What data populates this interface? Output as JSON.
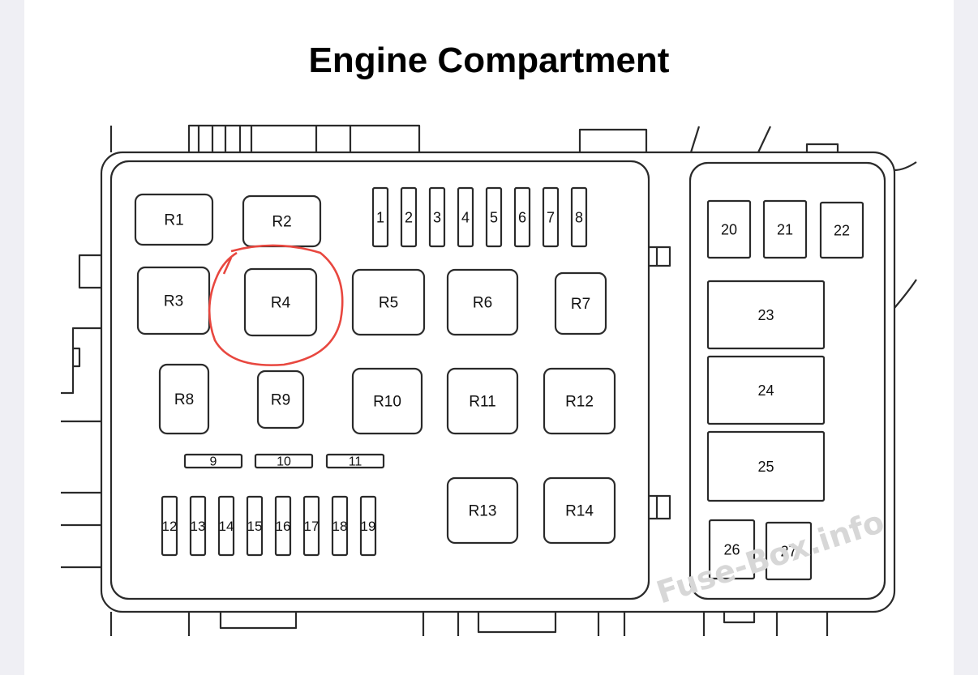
{
  "title": "Engine Compartment",
  "watermark": "Fuse-Box.info",
  "colors": {
    "highlight": "#e8473f",
    "stroke": "#2a2a2a",
    "watermark": "#d7d7d7"
  },
  "relays_top": [
    "R1",
    "R2"
  ],
  "fuses_top": [
    "1",
    "2",
    "3",
    "4",
    "5",
    "6",
    "7",
    "8"
  ],
  "relays_row2": [
    "R3",
    "R4",
    "R5",
    "R6",
    "R7"
  ],
  "relays_row3": [
    "R8",
    "R9",
    "R10",
    "R11",
    "R12"
  ],
  "fuses_mini": [
    "9",
    "10",
    "11"
  ],
  "fuses_bottom": [
    "12",
    "13",
    "14",
    "15",
    "16",
    "17",
    "18",
    "19"
  ],
  "relays_bottom": [
    "R13",
    "R14"
  ],
  "fuses_right_small": [
    "20",
    "21",
    "22"
  ],
  "fuses_right_large": [
    "23",
    "24",
    "25"
  ],
  "fuses_right_bottom": [
    "26",
    "27"
  ],
  "highlighted": "R4"
}
